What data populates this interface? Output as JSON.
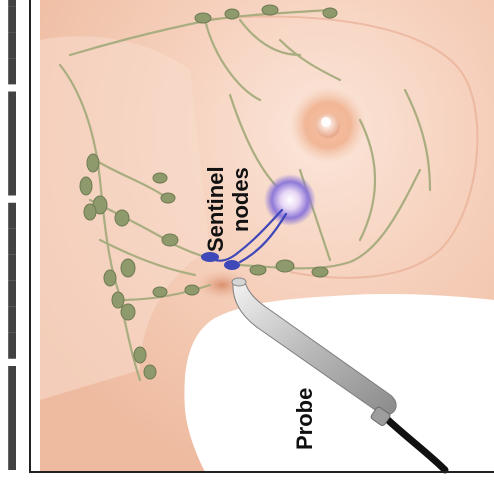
{
  "labels": {
    "sentinel_line1": "Sentinel",
    "sentinel_line2": "nodes",
    "probe": "Probe"
  },
  "colors": {
    "skin": "#f4c6ae",
    "skin_light": "#fbe3d6",
    "lymph_vessel": "#a9ad80",
    "lymph_node": "#8e9a6c",
    "sentinel_node": "#3e48b8",
    "tracer_glow": "#6a5fd6",
    "probe_metal": "#c9c9c9",
    "probe_cable": "#111111",
    "frame": "#222222"
  },
  "icons": {
    "probe": "gamma-probe-icon",
    "nipple": "areola-shape",
    "lymph_node": "lymph-node-oval"
  }
}
